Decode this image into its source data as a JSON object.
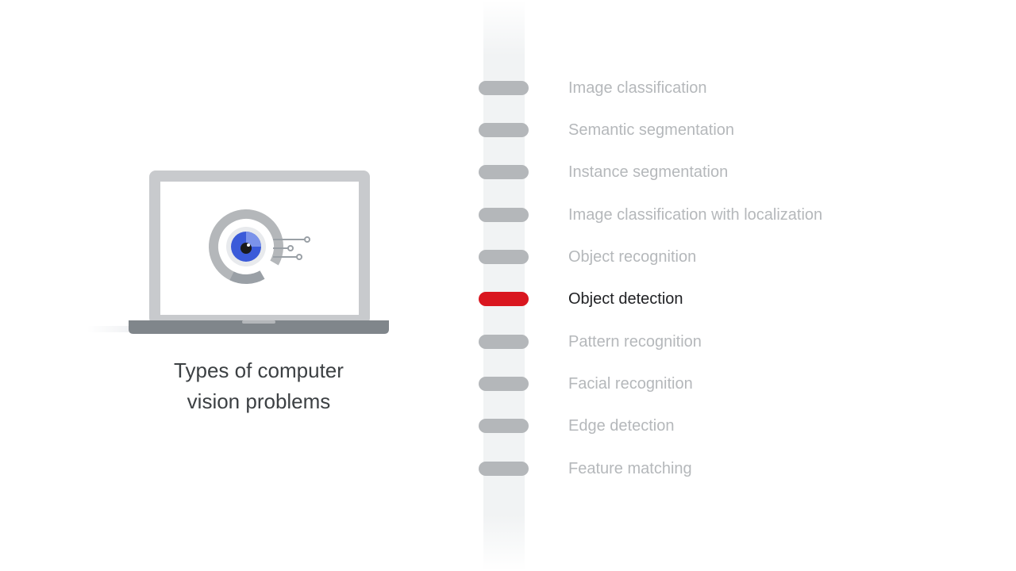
{
  "caption": {
    "line1": "Types of computer",
    "line2": "vision problems"
  },
  "list": {
    "active_index": 5,
    "items": [
      {
        "label": "Image classification",
        "active": false
      },
      {
        "label": "Semantic segmentation",
        "active": false
      },
      {
        "label": "Instance segmentation",
        "active": false
      },
      {
        "label": "Image classification with localization",
        "active": false
      },
      {
        "label": "Object recognition",
        "active": false
      },
      {
        "label": "Object detection",
        "active": true
      },
      {
        "label": "Pattern recognition",
        "active": false
      },
      {
        "label": "Facial recognition",
        "active": false
      },
      {
        "label": "Edge detection",
        "active": false
      },
      {
        "label": "Feature matching",
        "active": false
      }
    ]
  },
  "colors": {
    "active_marker": "#d9161f",
    "inactive_marker": "#b4b7ba",
    "active_text": "#202124",
    "inactive_text": "#b5b8bb",
    "eye_blue": "#3b5bd9"
  },
  "icons": {
    "illustration": "laptop-icon",
    "screen_graphic": "eye-circuit-icon"
  }
}
